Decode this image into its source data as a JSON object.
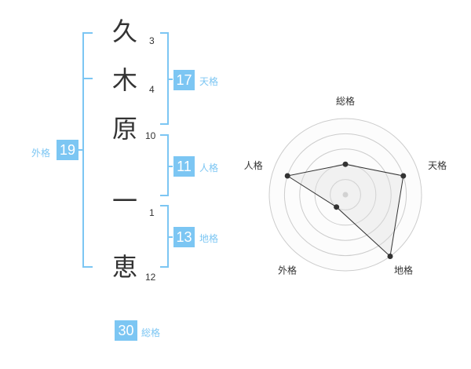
{
  "characters": [
    {
      "char": "久",
      "strokes": "3"
    },
    {
      "char": "木",
      "strokes": "4"
    },
    {
      "char": "原",
      "strokes": "10"
    },
    {
      "char": "一",
      "strokes": "1"
    },
    {
      "char": "恵",
      "strokes": "12"
    }
  ],
  "kaku": {
    "tenkaku": {
      "value": "17",
      "label": "天格"
    },
    "jinkaku": {
      "value": "11",
      "label": "人格"
    },
    "chikaku": {
      "value": "13",
      "label": "地格"
    },
    "gaikaku": {
      "value": "19",
      "label": "外格"
    },
    "soukaku": {
      "value": "30",
      "label": "総格"
    }
  },
  "colors": {
    "accent": "#7cc6f3",
    "text": "#333333",
    "grid": "#cccccc",
    "fill": "#f2f2f2"
  },
  "chart_data": {
    "type": "radar",
    "axes": [
      "総格",
      "天格",
      "地格",
      "外格",
      "人格"
    ],
    "values": [
      2,
      4,
      5,
      1,
      4
    ],
    "max": 5
  }
}
